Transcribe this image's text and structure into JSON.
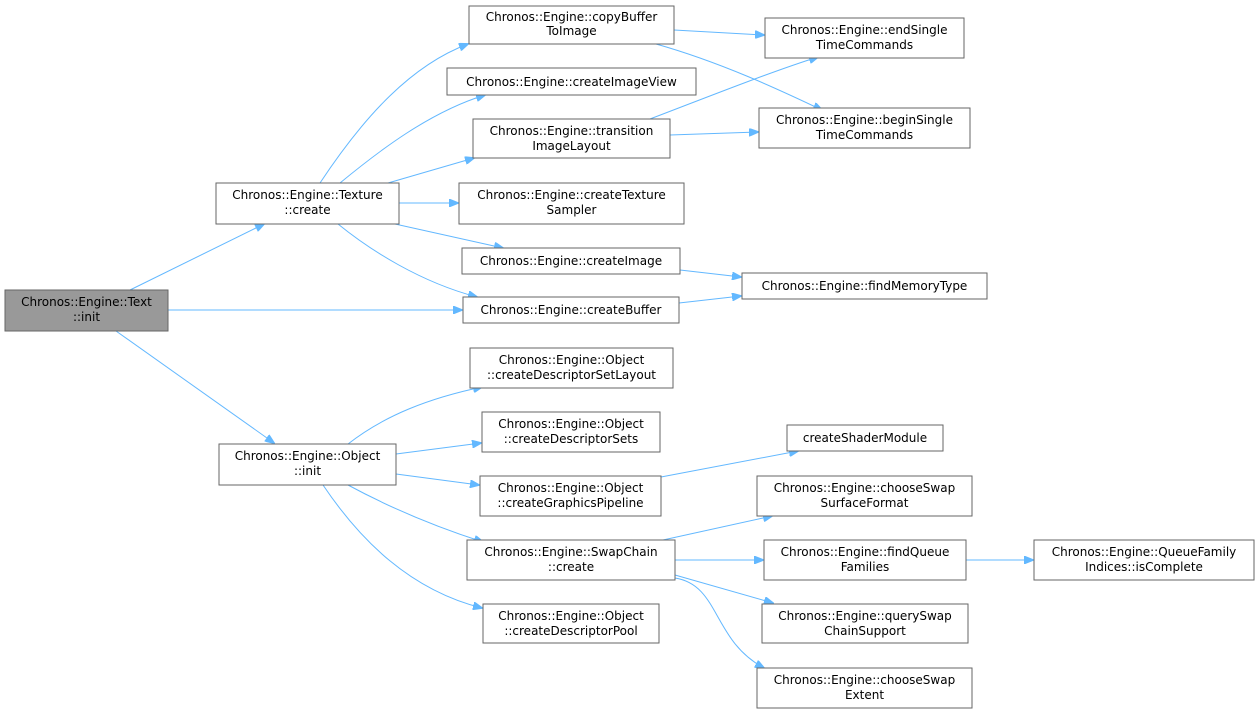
{
  "colors": {
    "edge": "#63b8ff",
    "node_border": "#666666",
    "root_fill": "#999999",
    "node_fill": "#ffffff"
  },
  "nodes": {
    "text_init": [
      "Chronos::Engine::Text",
      "::init"
    ],
    "texture_create": [
      "Chronos::Engine::Texture",
      "::create"
    ],
    "object_init": [
      "Chronos::Engine::Object",
      "::init"
    ],
    "copy_buffer_to_image": [
      "Chronos::Engine::copyBuffer",
      "ToImage"
    ],
    "create_image_view": [
      "Chronos::Engine::createImageView"
    ],
    "transition_image_layout": [
      "Chronos::Engine::transition",
      "ImageLayout"
    ],
    "create_texture_sampler": [
      "Chronos::Engine::createTexture",
      "Sampler"
    ],
    "create_image": [
      "Chronos::Engine::createImage"
    ],
    "create_buffer": [
      "Chronos::Engine::createBuffer"
    ],
    "end_single_time_commands": [
      "Chronos::Engine::endSingle",
      "TimeCommands"
    ],
    "begin_single_time_commands": [
      "Chronos::Engine::beginSingle",
      "TimeCommands"
    ],
    "find_memory_type": [
      "Chronos::Engine::findMemoryType"
    ],
    "create_descriptor_set_layout": [
      "Chronos::Engine::Object",
      "::createDescriptorSetLayout"
    ],
    "create_descriptor_sets": [
      "Chronos::Engine::Object",
      "::createDescriptorSets"
    ],
    "create_graphics_pipeline": [
      "Chronos::Engine::Object",
      "::createGraphicsPipeline"
    ],
    "swapchain_create": [
      "Chronos::Engine::SwapChain",
      "::create"
    ],
    "create_descriptor_pool": [
      "Chronos::Engine::Object",
      "::createDescriptorPool"
    ],
    "create_shader_module": [
      "createShaderModule"
    ],
    "choose_swap_surface_format": [
      "Chronos::Engine::chooseSwap",
      "SurfaceFormat"
    ],
    "find_queue_families": [
      "Chronos::Engine::findQueue",
      "Families"
    ],
    "query_swap_chain_support": [
      "Chronos::Engine::querySwap",
      "ChainSupport"
    ],
    "choose_swap_extent": [
      "Chronos::Engine::chooseSwap",
      "Extent"
    ],
    "queue_family_indices_is_complete": [
      "Chronos::Engine::QueueFamily",
      "Indices::isComplete"
    ]
  }
}
